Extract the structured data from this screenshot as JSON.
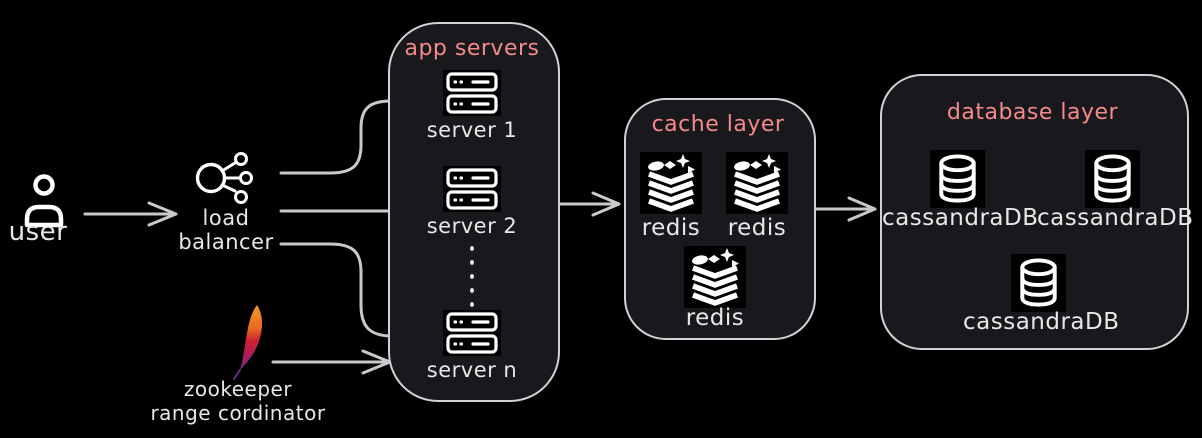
{
  "palette": {
    "background": "#000000",
    "accent": "#f48a8a",
    "label": "#e8e8e8",
    "line": "#c9c9c9",
    "box_fill": "#19191d",
    "box_border": "#cfd2d6"
  },
  "user": {
    "label": "user"
  },
  "load_balancer": {
    "line1": "load",
    "line2": "balancer"
  },
  "zookeeper": {
    "line1": "zookeeper",
    "line2": "range cordinator"
  },
  "app_servers": {
    "title": "app servers",
    "server1": "server 1",
    "server2": "server 2",
    "server_n": "server n"
  },
  "cache_layer": {
    "title": "cache layer",
    "redis1": "redis",
    "redis2": "redis",
    "redis3": "redis"
  },
  "database_layer": {
    "title": "database layer",
    "db1": "cassandraDB",
    "db2": "cassandraDB",
    "db3": "cassandraDB"
  }
}
